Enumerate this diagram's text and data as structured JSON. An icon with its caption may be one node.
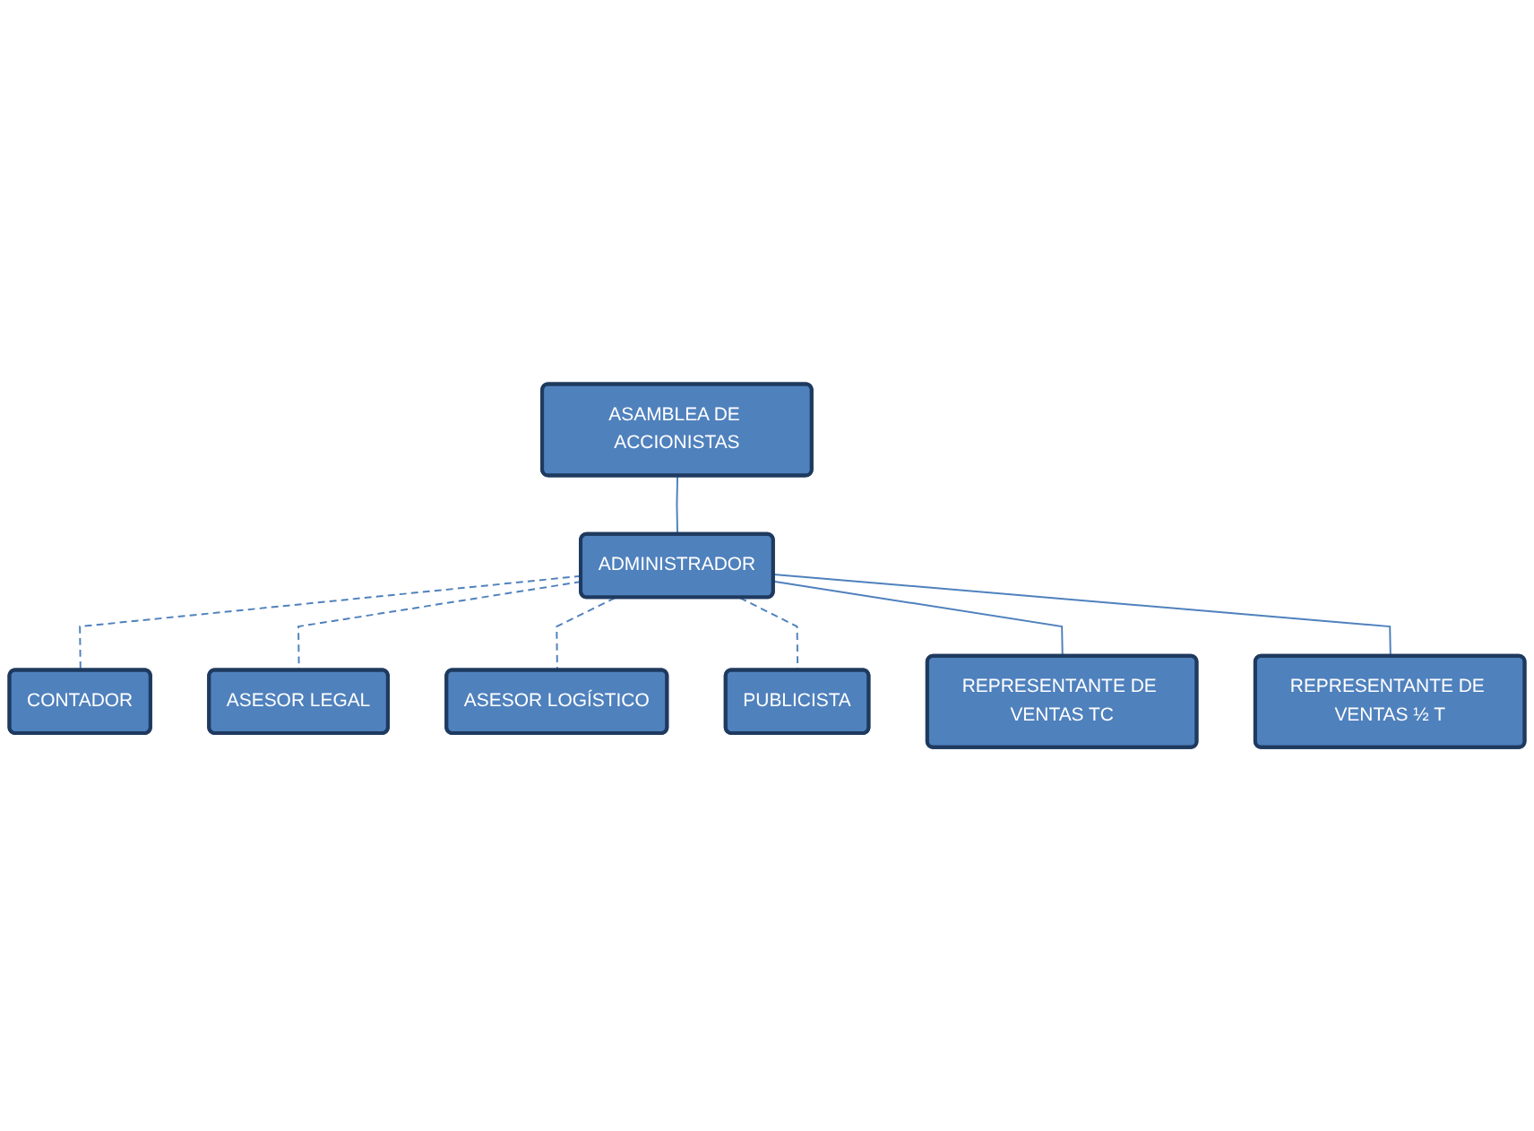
{
  "diagram": {
    "nodes": [
      {
        "text": [
          "ASAMBLEA DE ACCIONISTAS"
        ]
      },
      {
        "text": [
          "ADMINISTRADOR"
        ]
      },
      {
        "text": [
          "CONTADOR"
        ]
      },
      {
        "text": [
          "ASESOR LEGAL"
        ]
      },
      {
        "text": [
          "ASESOR LOGÍSTICO"
        ]
      },
      {
        "text": [
          "PUBLICISTA"
        ]
      },
      {
        "text": [
          "REPRESENTANTE DE VENTAS TC"
        ]
      },
      {
        "text": [
          "REPRESENTANTE DE VENTAS ½ T"
        ]
      }
    ],
    "edges": [
      {
        "from": 0,
        "to": 1,
        "arrow": "none"
      },
      {
        "from": 1,
        "to": 2,
        "arrow": "none",
        "style": "dashed"
      },
      {
        "from": 1,
        "to": 3,
        "arrow": "none",
        "style": "dashed"
      },
      {
        "from": 1,
        "to": 4,
        "arrow": "none",
        "style": "dashed"
      },
      {
        "from": 1,
        "to": 5,
        "arrow": "none",
        "style": "dashed"
      },
      {
        "from": 1,
        "to": 6,
        "arrow": "none"
      },
      {
        "from": 1,
        "to": 7,
        "arrow": "none"
      }
    ]
  }
}
